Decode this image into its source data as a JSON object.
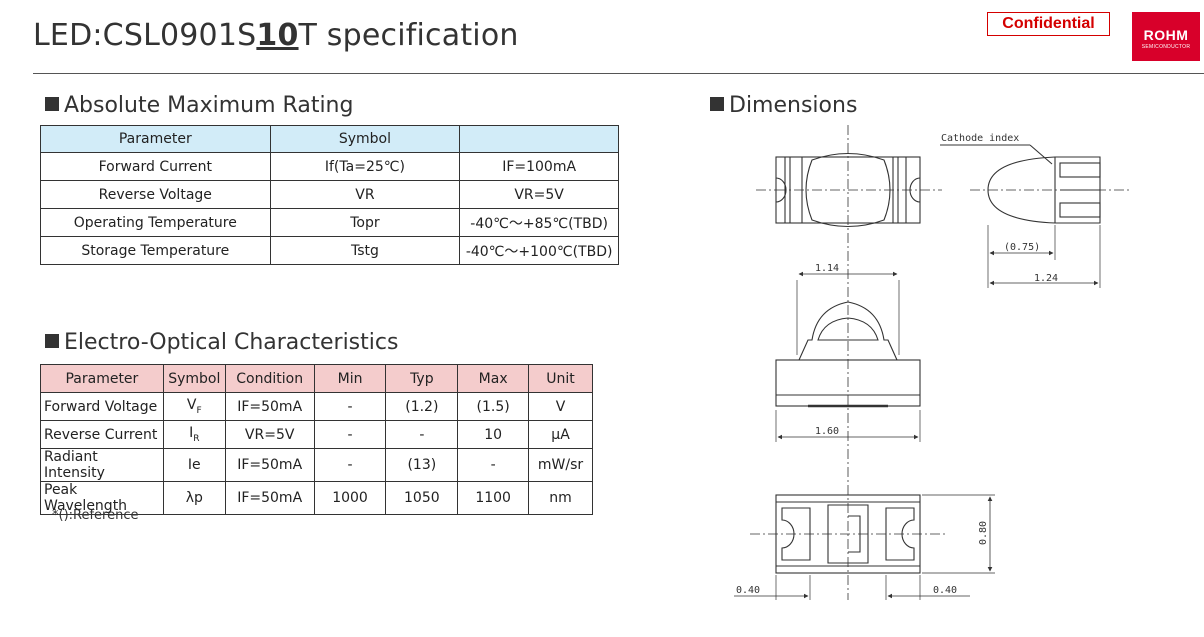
{
  "header": {
    "title_prefix": "LED:CSL0901S",
    "title_bold": "10",
    "title_suffix": "T specification",
    "confidential": "Confidential",
    "brand_name": "ROHM",
    "brand_sub": "SEMICONDUCTOR"
  },
  "amr": {
    "heading": "Absolute Maximum Rating",
    "columns": [
      "Parameter",
      "Symbol",
      ""
    ],
    "rows": [
      [
        "Forward Current",
        "If(Ta=25℃)",
        "IF=100mA"
      ],
      [
        "Reverse Voltage",
        "VR",
        "VR=5V"
      ],
      [
        "Operating Temperature",
        "Topr",
        "-40℃～+85℃(TBD)"
      ],
      [
        "Storage Temperature",
        "Tstg",
        "-40℃～+100℃(TBD)"
      ]
    ]
  },
  "eoc": {
    "heading": "Electro-Optical Characteristics",
    "columns": [
      "Parameter",
      "Symbol",
      "Condition",
      "Min",
      "Typ",
      "Max",
      "Unit"
    ],
    "rows": [
      [
        {
          "main": "Forward Voltage"
        },
        {
          "main": "V",
          "sub": "F"
        },
        {
          "main": "IF=50mA"
        },
        {
          "main": "-"
        },
        {
          "main": "(1.2)"
        },
        {
          "main": "(1.5)"
        },
        {
          "main": "V"
        }
      ],
      [
        {
          "main": "Reverse Current"
        },
        {
          "main": "I",
          "sub": "R"
        },
        {
          "main": "VR=5V"
        },
        {
          "main": "-"
        },
        {
          "main": "-"
        },
        {
          "main": "10"
        },
        {
          "main": "μA"
        }
      ],
      [
        {
          "main": "Radiant Intensity"
        },
        {
          "main": "Ie"
        },
        {
          "main": "IF=50mA"
        },
        {
          "main": "-"
        },
        {
          "main": "(13)"
        },
        {
          "main": "-"
        },
        {
          "main": "mW/sr"
        }
      ],
      [
        {
          "main": "Peak Wavelength"
        },
        {
          "main": "λp"
        },
        {
          "main": "IF=50mA"
        },
        {
          "main": "1000"
        },
        {
          "main": "1050"
        },
        {
          "main": "1100"
        },
        {
          "main": "nm"
        }
      ]
    ],
    "note": "*():Reference"
  },
  "dimensions": {
    "heading": "Dimensions",
    "cathode_label": "Cathode index",
    "dim_075": "(0.75)",
    "dim_124": "1.24",
    "dim_114": "1.14",
    "dim_160": "1.60",
    "dim_080": "0.80",
    "dim_040_left": "0.40",
    "dim_040_right": "0.40"
  }
}
